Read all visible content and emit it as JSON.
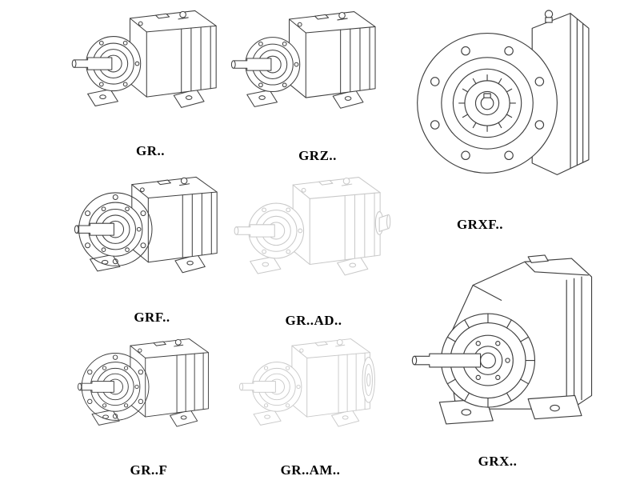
{
  "colors": {
    "background": "#ffffff",
    "line": "#3f3f3f",
    "ghost_line": "#c9c9c9",
    "label": "#000000"
  },
  "figures": [
    {
      "id": "gr",
      "label": "GR..",
      "style": "solid",
      "drawing": "helical-gear-unit-foot-mounted-iso"
    },
    {
      "id": "grz",
      "label": "GRZ..",
      "style": "solid",
      "drawing": "helical-gear-unit-foot-mounted-iso"
    },
    {
      "id": "grxf",
      "label": "GRXF..",
      "style": "solid",
      "drawing": "gear-unit-flange-front-view"
    },
    {
      "id": "grf",
      "label": "GRF..",
      "style": "solid",
      "drawing": "helical-gear-unit-flange-mounted-iso"
    },
    {
      "id": "gr-ad",
      "label": "GR..AD..",
      "style": "ghost",
      "drawing": "helical-gear-unit-with-input-adapter-iso"
    },
    {
      "id": "gr-f",
      "label": "GR..F",
      "style": "solid",
      "drawing": "helical-gear-unit-flange-mounted-iso"
    },
    {
      "id": "gr-am",
      "label": "GR..AM..",
      "style": "ghost",
      "drawing": "helical-gear-unit-with-motor-adapter-iso"
    },
    {
      "id": "grx",
      "label": "GRX..",
      "style": "solid",
      "drawing": "large-helical-gear-unit-foot-mounted-iso"
    }
  ]
}
